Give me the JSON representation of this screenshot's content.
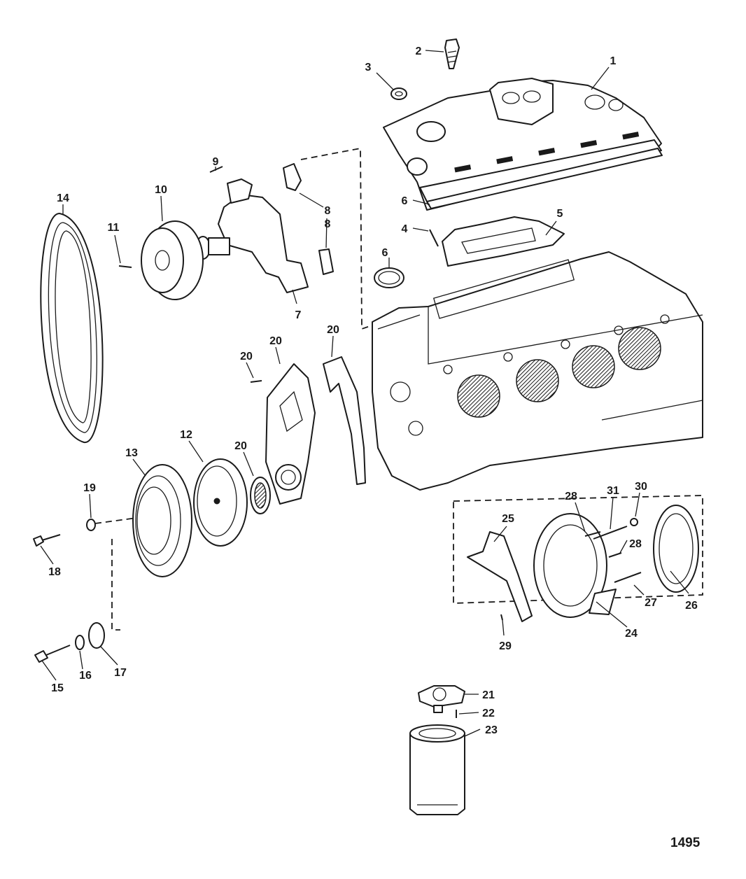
{
  "figure_number": "1495",
  "callouts": [
    {
      "id": "c1",
      "label": "1"
    },
    {
      "id": "c2",
      "label": "2"
    },
    {
      "id": "c3",
      "label": "3"
    },
    {
      "id": "c4",
      "label": "4"
    },
    {
      "id": "c5",
      "label": "5"
    },
    {
      "id": "c6a",
      "label": "6"
    },
    {
      "id": "c6b",
      "label": "6"
    },
    {
      "id": "c7",
      "label": "7"
    },
    {
      "id": "c8a",
      "label": "8"
    },
    {
      "id": "c8b",
      "label": "8"
    },
    {
      "id": "c9",
      "label": "9"
    },
    {
      "id": "c10",
      "label": "10"
    },
    {
      "id": "c11",
      "label": "11"
    },
    {
      "id": "c12",
      "label": "12"
    },
    {
      "id": "c13",
      "label": "13"
    },
    {
      "id": "c14",
      "label": "14"
    },
    {
      "id": "c15",
      "label": "15"
    },
    {
      "id": "c16",
      "label": "16"
    },
    {
      "id": "c17",
      "label": "17"
    },
    {
      "id": "c18",
      "label": "18"
    },
    {
      "id": "c19",
      "label": "19"
    },
    {
      "id": "c20a",
      "label": "20"
    },
    {
      "id": "c20b",
      "label": "20"
    },
    {
      "id": "c20c",
      "label": "20"
    },
    {
      "id": "c20d",
      "label": "20"
    },
    {
      "id": "c21",
      "label": "21"
    },
    {
      "id": "c22",
      "label": "22"
    },
    {
      "id": "c23",
      "label": "23"
    },
    {
      "id": "c24",
      "label": "24"
    },
    {
      "id": "c25",
      "label": "25"
    },
    {
      "id": "c26",
      "label": "26"
    },
    {
      "id": "c27",
      "label": "27"
    },
    {
      "id": "c28a",
      "label": "28"
    },
    {
      "id": "c28b",
      "label": "28"
    },
    {
      "id": "c29",
      "label": "29"
    },
    {
      "id": "c30",
      "label": "30"
    },
    {
      "id": "c31",
      "label": "31"
    }
  ]
}
